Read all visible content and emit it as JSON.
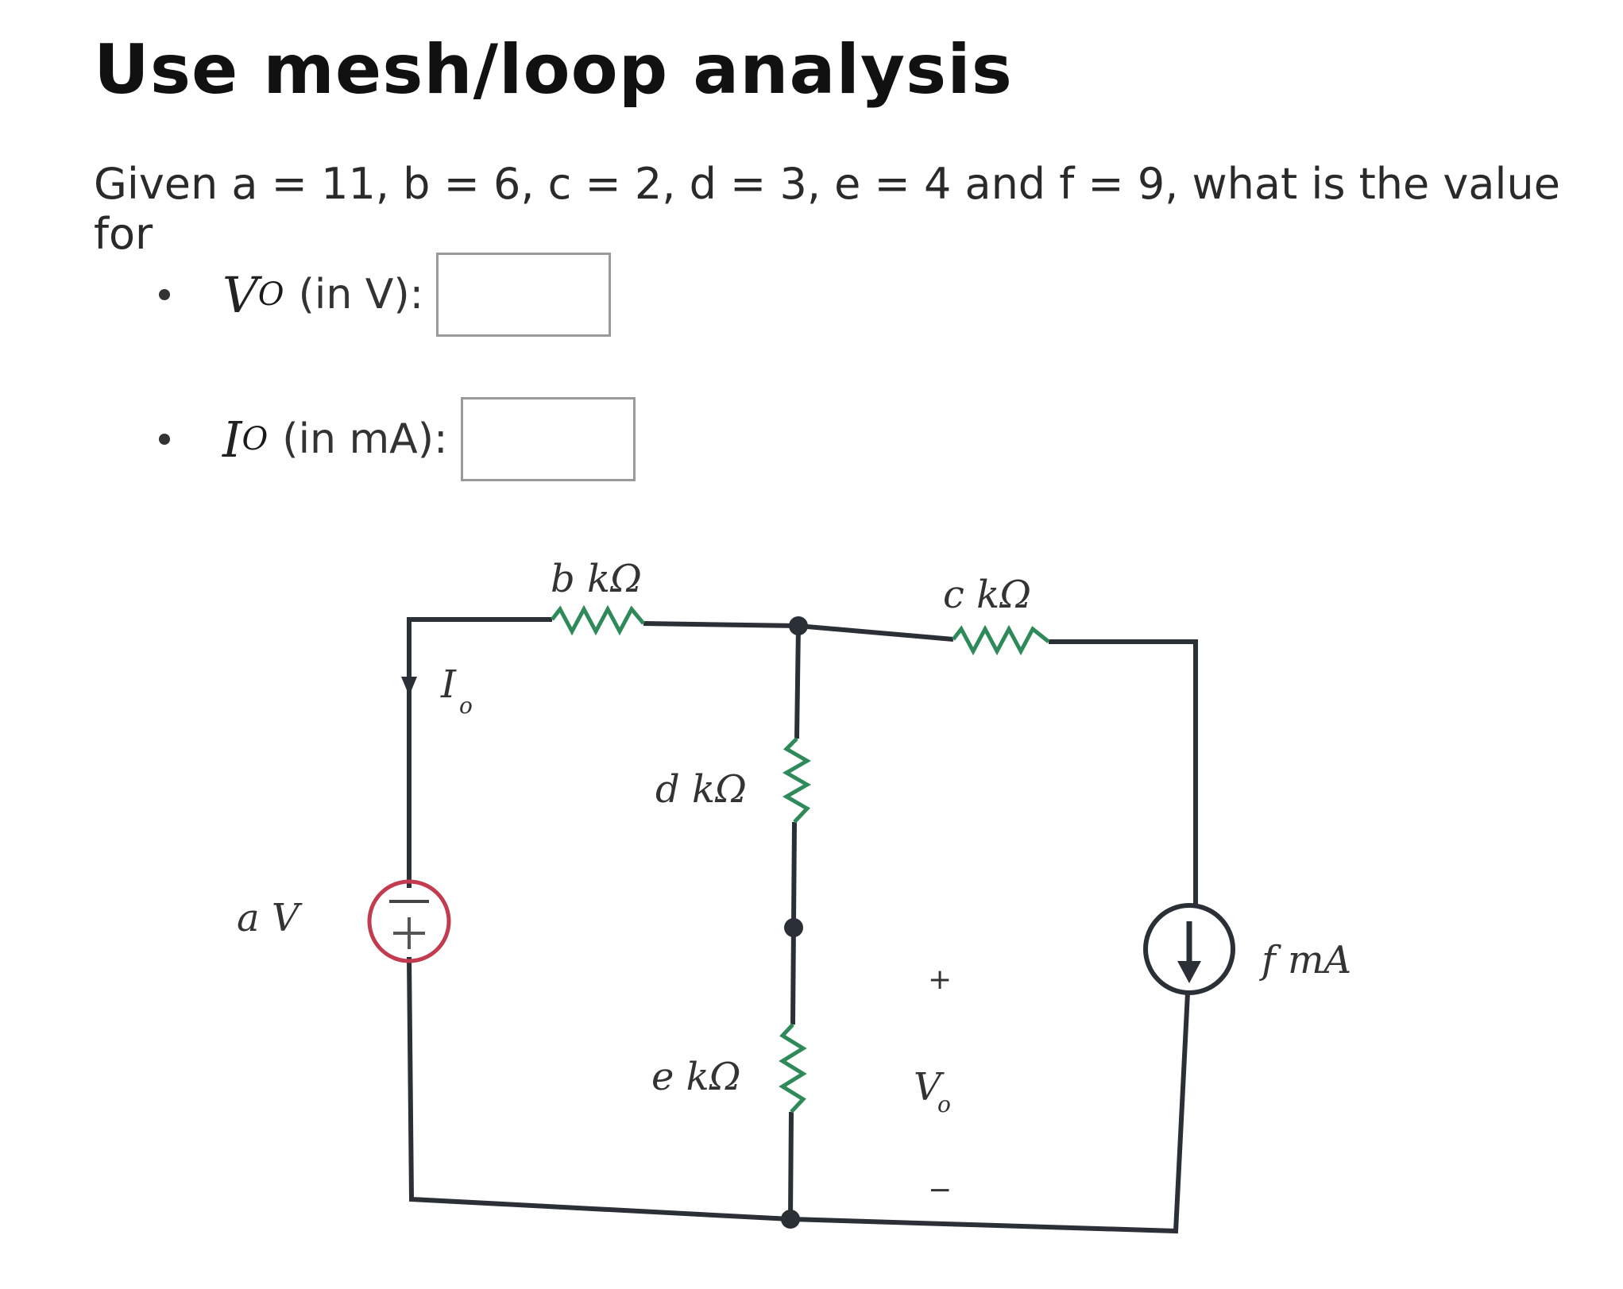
{
  "title": "Use mesh/loop analysis",
  "question": "Given a = 11, b = 6, c = 2, d = 3, e = 4 and f = 9, what is the value for",
  "answers": [
    {
      "symbol": "V",
      "subscript": "O",
      "unit": "(in V):",
      "value": ""
    },
    {
      "symbol": "I",
      "subscript": "O",
      "unit": "(in mA):",
      "value": ""
    }
  ],
  "circuit": {
    "resistor_b": "b kΩ",
    "resistor_c": "c kΩ",
    "resistor_d": "d kΩ",
    "resistor_e": "e kΩ",
    "voltage_source": "a V",
    "current_source": "f mA",
    "current_label": "I",
    "current_label_sub": "o",
    "voltage_label": "V",
    "voltage_label_sub": "o",
    "plus_sign": "+",
    "minus_sign": "−"
  },
  "colors": {
    "wire": "#2b2f36",
    "resistor": "#2f8a5a",
    "source_ring": "#c23b4f"
  }
}
